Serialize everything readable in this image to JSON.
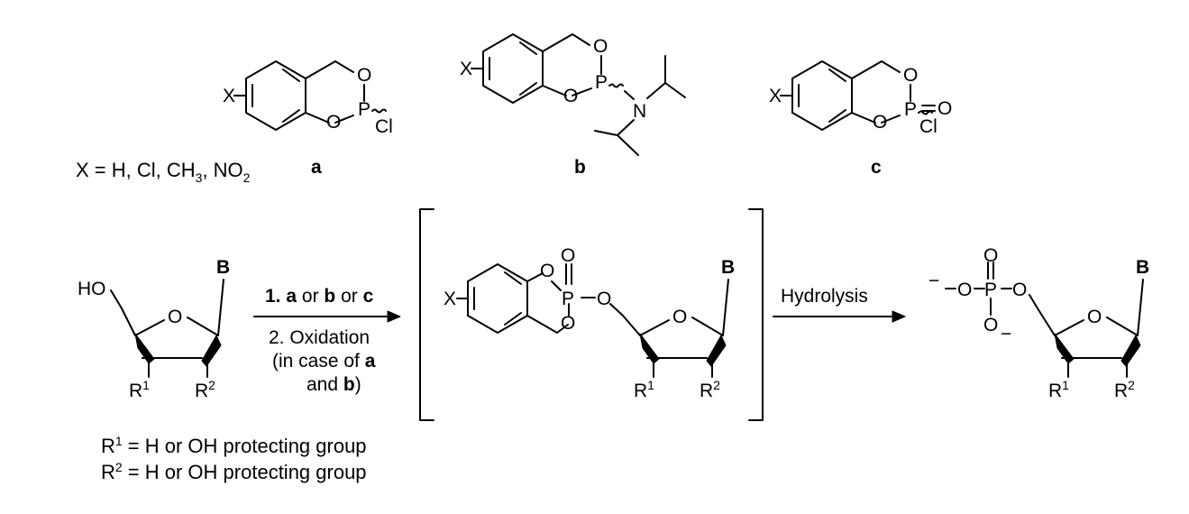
{
  "reagents": {
    "a": {
      "label": "a",
      "subst": "X",
      "o_top": "O",
      "o_bot": "O",
      "p": "P",
      "cl": "Cl"
    },
    "b": {
      "label": "b",
      "subst": "X",
      "o_top": "O",
      "o_bot": "O",
      "p": "P",
      "n": "N"
    },
    "c": {
      "label": "c",
      "subst": "X",
      "o_top": "O",
      "o_bot": "O",
      "p": "P",
      "o_dbl": "O",
      "cl": "Cl"
    }
  },
  "x_definition": {
    "prefix": "X = H, Cl, CH",
    "sub3": "3",
    "mid": ", NO",
    "sub2": "2"
  },
  "start": {
    "ho": "HO",
    "ring_o": "O",
    "base": "B",
    "r1": "R",
    "r1_sup": "1",
    "r2": "R",
    "r2_sup": "2"
  },
  "arrow1": {
    "step1_bold": "1.",
    "step1_a": "a",
    "step1_or1": "or",
    "step1_b": "b",
    "step1_or2": "or",
    "step1_c": "c",
    "step2": "2. Oxidation",
    "line3": "(in case of",
    "line3_bold": "a",
    "line4": "and",
    "line4_bold": "b",
    "line4_end": ")"
  },
  "intermediate": {
    "subst": "X",
    "o_up": "O",
    "o_low": "O",
    "p": "P",
    "o_dbl": "O",
    "o_ester": "O",
    "ring_o": "O",
    "base": "B",
    "r1": "R",
    "r1_sup": "1",
    "r2": "R",
    "r2_sup": "2"
  },
  "arrow2": {
    "label": "Hydrolysis"
  },
  "product": {
    "minus1": "−",
    "o_left": "O",
    "p": "P",
    "o_top": "O",
    "o_bot": "O",
    "minus2": "−",
    "o_ester": "O",
    "ring_o": "O",
    "base": "B",
    "r1": "R",
    "r1_sup": "1",
    "r2": "R",
    "r2_sup": "2"
  },
  "legend": {
    "r1_def": {
      "r": "R",
      "sup": "1",
      "text": " = H or OH protecting group"
    },
    "r2_def": {
      "r": "R",
      "sup": "2",
      "text": " = H or OH protecting group"
    }
  }
}
